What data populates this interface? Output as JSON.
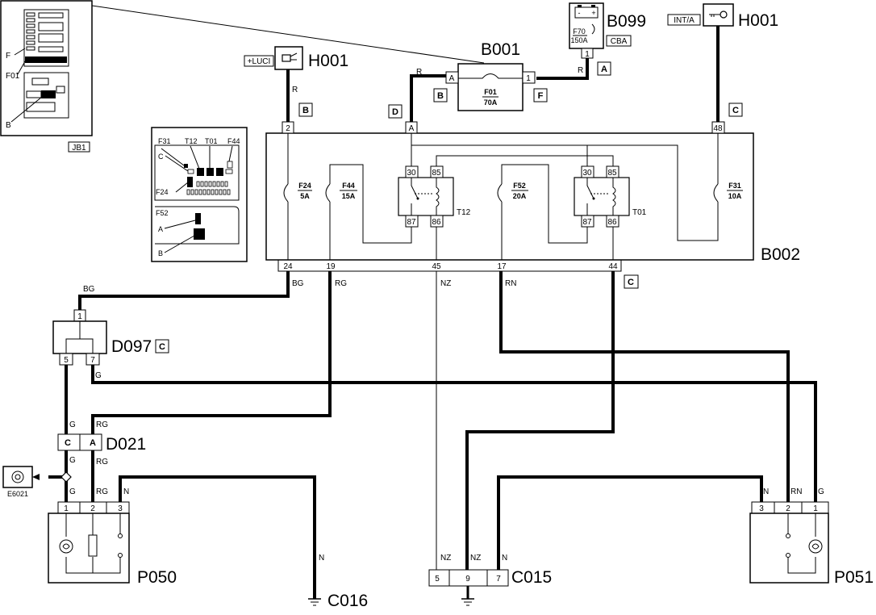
{
  "components": {
    "H001_light": {
      "name": "H001",
      "tag": "+LUCI"
    },
    "H001_key": {
      "name": "H001",
      "tag": "INT/A"
    },
    "B001": {
      "name": "B001",
      "fuse": "F01",
      "rating": "70A",
      "pin_in": "A",
      "pin_out": "1",
      "loc_left": "B",
      "loc_right": "F"
    },
    "B099": {
      "name": "B099",
      "fuse": "F70",
      "rating": "150A",
      "tag": "CBA",
      "pin": "1",
      "loc": "A"
    },
    "B002": {
      "name": "B002",
      "top_pins": [
        "2",
        "A",
        "48"
      ],
      "bottom_pins": [
        "24",
        "19",
        "45",
        "17",
        "44"
      ],
      "loc_bottom": "C",
      "fuses": [
        {
          "id": "F24",
          "rating": "5A"
        },
        {
          "id": "F44",
          "rating": "15A"
        },
        {
          "id": "F52",
          "rating": "20A"
        },
        {
          "id": "F31",
          "rating": "10A"
        }
      ],
      "relays": [
        {
          "id": "T12",
          "pins": [
            "30",
            "85",
            "87",
            "86"
          ]
        },
        {
          "id": "T01",
          "pins": [
            "30",
            "85",
            "87",
            "86"
          ]
        }
      ]
    },
    "D097": {
      "name": "D097",
      "loc": "C",
      "pins": [
        "1",
        "5",
        "7"
      ]
    },
    "D021": {
      "name": "D021",
      "pins": [
        "C",
        "A"
      ]
    },
    "E6021": {
      "name": "E6021"
    },
    "P050": {
      "name": "P050",
      "pins": [
        "1",
        "2",
        "3"
      ]
    },
    "P051": {
      "name": "P051",
      "pins": [
        "3",
        "2",
        "1"
      ]
    },
    "C015": {
      "name": "C015",
      "pins": [
        "5",
        "9",
        "7"
      ]
    },
    "C016": {
      "name": "C016"
    }
  },
  "wire_colors": {
    "R": "R",
    "BG": "BG",
    "RG": "RG",
    "NZ": "NZ",
    "RN": "RN",
    "G": "G",
    "N": "N"
  },
  "location_letters": {
    "B": "B",
    "D": "D",
    "C": "C"
  },
  "inset_jb1": {
    "label": "JB1",
    "callouts": [
      "F",
      "F01",
      "B"
    ]
  },
  "inset_b002": {
    "callouts": [
      "F31",
      "T12",
      "T01",
      "F44",
      "C",
      "F24",
      "F52",
      "A",
      "B"
    ]
  }
}
